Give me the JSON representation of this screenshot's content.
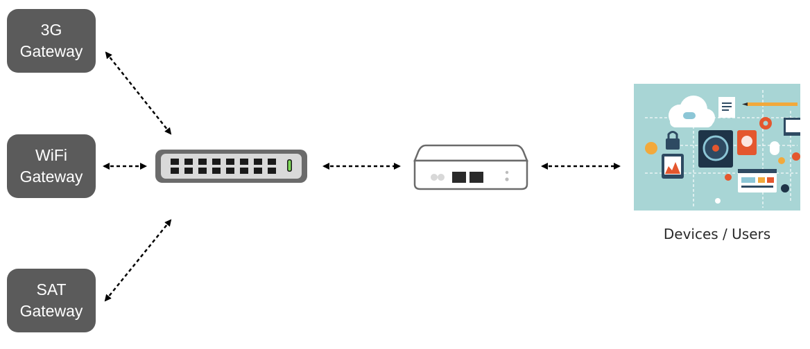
{
  "gateways": [
    {
      "line1": "3G",
      "line2": "Gateway"
    },
    {
      "line1": "WiFi",
      "line2": "Gateway"
    },
    {
      "line1": "SAT",
      "line2": "Gateway"
    }
  ],
  "devices": {
    "label": "Devices / Users"
  },
  "colors": {
    "gateway_fill": "#5b5b5b",
    "switch_body": "#6b6b6b",
    "switch_face": "#d9d9d9",
    "port": "#1a1a1a",
    "led": "#7ed957",
    "illustration_bg": "#a8d5d5",
    "arrow": "#000000"
  },
  "icons": [
    "network-switch-icon",
    "router-icon",
    "devices-illustration"
  ]
}
